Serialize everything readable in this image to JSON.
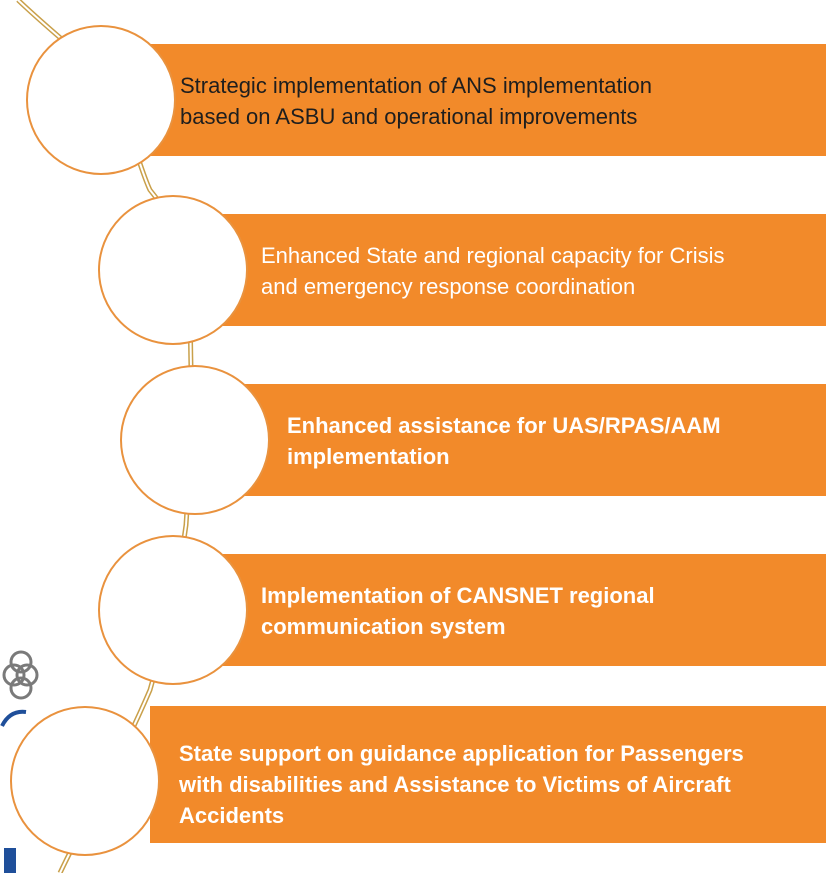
{
  "items": [
    {
      "text_lines": [
        "Strategic implementation of ANS implementation",
        "based on ASBU and operational improvements"
      ]
    },
    {
      "text_lines": [
        "Enhanced State and regional capacity for Crisis",
        "and emergency response coordination"
      ]
    },
    {
      "text_lines": [
        "Enhanced assistance for UAS/RPAS/AAM",
        "implementation"
      ]
    },
    {
      "text_lines": [
        "Implementation of CANSNET regional",
        "communication system"
      ]
    },
    {
      "text_lines": [
        "State support on guidance application for Passengers",
        "with disabilities and Assistance to  Victims of Aircraft",
        "Accidents"
      ]
    }
  ],
  "colors": {
    "bar": "#F28A2A",
    "circle_border": "#E9923E",
    "connector": "#C9A04A",
    "logo": "#7a7a7a",
    "logo_accent": "#1f4f9a"
  },
  "icons": {
    "logo": "interlinked-rings-logo-icon"
  }
}
